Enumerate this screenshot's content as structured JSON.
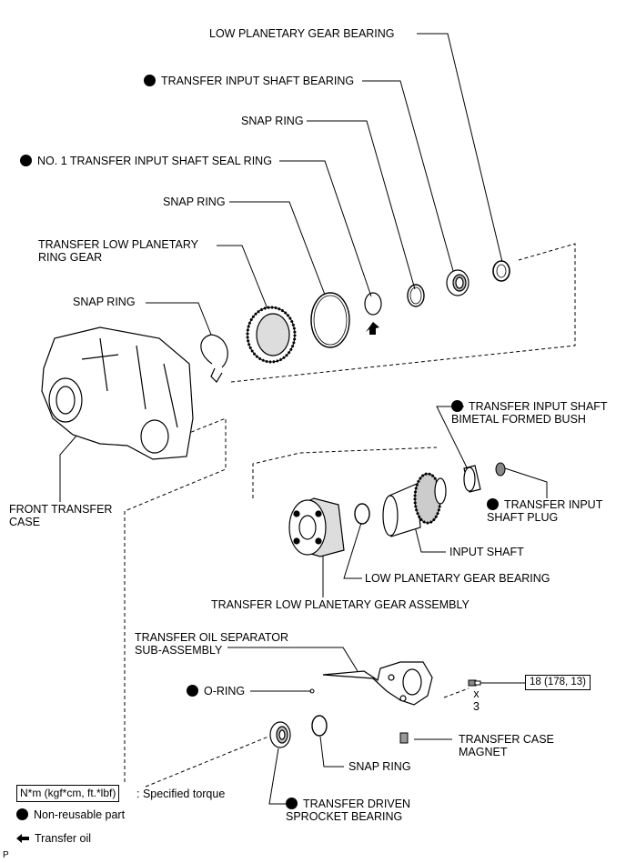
{
  "labels": {
    "low_planetary_gear_bearing_top": "LOW PLANETARY GEAR BEARING",
    "transfer_input_shaft_bearing": "TRANSFER INPUT SHAFT BEARING",
    "snap_ring_1": "SNAP RING",
    "no1_seal_ring": "NO. 1 TRANSFER INPUT SHAFT SEAL RING",
    "snap_ring_2": "SNAP RING",
    "low_planetary_ring_gear": "TRANSFER LOW PLANETARY\nRING GEAR",
    "snap_ring_3": "SNAP RING",
    "bimetal_bush": "TRANSFER INPUT SHAFT\nBIMETAL FORMED BUSH",
    "front_transfer_case": "FRONT TRANSFER\nCASE",
    "input_shaft_plug": "TRANSFER INPUT\nSHAFT PLUG",
    "input_shaft": "INPUT SHAFT",
    "low_planetary_gear_bearing_mid": "LOW PLANETARY GEAR BEARING",
    "low_planetary_gear_assembly": "TRANSFER LOW PLANETARY GEAR ASSEMBLY",
    "oil_separator": "TRANSFER OIL SEPARATOR\nSUB-ASSEMBLY",
    "o_ring": "O-RING",
    "bolt_count": "x\n3",
    "torque_value": "18 (178, 13)",
    "case_magnet": "TRANSFER CASE\nMAGNET",
    "snap_ring_4": "SNAP RING",
    "driven_sprocket_bearing": "TRANSFER DRIVEN\nSPROCKET BEARING"
  },
  "legend": {
    "torque_unit": "N*m (kgf*cm, ft.*lbf)",
    "torque_desc": ": Specified torque",
    "non_reusable": "Non-reusable part",
    "transfer_oil": "Transfer oil"
  },
  "corner_mark": "P"
}
